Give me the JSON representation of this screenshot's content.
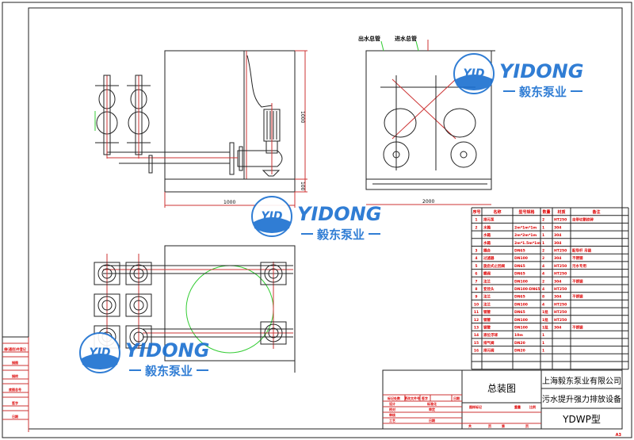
{
  "labels": {
    "outlet_pipe": "出水总管",
    "inlet_pipe": "进水总管",
    "dim_height": "1000",
    "dim_base": "100",
    "dim_width": "1000",
    "dim_side_width": "2000"
  },
  "logo": {
    "brand": "YIDONG",
    "badge": "YID",
    "chinese": "毅东泵业"
  },
  "parts_table": {
    "headers": [
      "序号",
      "名称",
      "型号规格",
      "数量",
      "材质",
      "备注"
    ],
    "rows": [
      [
        "1",
        "排污泵",
        "",
        "2",
        "HT250",
        "自带切割绞碎"
      ],
      [
        "2",
        "水箱",
        "2m*1m*1m",
        "1",
        "304",
        ""
      ],
      [
        "",
        "水箱",
        "2m*2m*1m",
        "1",
        "304",
        ""
      ],
      [
        "",
        "水箱",
        "2m*1.5m*1m",
        "1",
        "304",
        ""
      ],
      [
        "3",
        "耦合",
        "DN65",
        "2",
        "HT250",
        "配导杆 吊链"
      ],
      [
        "4",
        "过滤器",
        "DN100",
        "2",
        "304",
        "不锈钢"
      ],
      [
        "5",
        "旋启式止回阀",
        "DN65",
        "4",
        "HT250",
        "污水专用"
      ],
      [
        "6",
        "蝶阀",
        "DN65",
        "4",
        "HT250",
        ""
      ],
      [
        "7",
        "法兰",
        "DN100",
        "2",
        "304",
        "不锈钢"
      ],
      [
        "8",
        "变径头",
        "DN100-DN65",
        "4",
        "HT250",
        ""
      ],
      [
        "9",
        "法兰",
        "DN65",
        "8",
        "304",
        "不锈钢"
      ],
      [
        "10",
        "法兰",
        "DN100",
        "4",
        "HT250",
        ""
      ],
      [
        "11",
        "钢管",
        "DN65",
        "1批",
        "HT250",
        ""
      ],
      [
        "12",
        "钢管",
        "DN100",
        "1批",
        "HT250",
        ""
      ],
      [
        "13",
        "钢管",
        "DN100",
        "1批",
        "304",
        "不锈钢"
      ],
      [
        "14",
        "液位浮球",
        "10m",
        "1",
        "",
        ""
      ],
      [
        "15",
        "排气阀",
        "DN20",
        "1",
        "",
        ""
      ],
      [
        "16",
        "排污阀",
        "DN20",
        "1",
        "",
        ""
      ]
    ]
  },
  "title_block": {
    "company": "上海毅东泵业有限公司",
    "product": "污水提升强力排放设备",
    "model": "YDWP型",
    "drawing_name": "总装图",
    "rev_headers": [
      "标记处数",
      "更改文件号",
      "签字",
      "日期"
    ],
    "roles": [
      "设计",
      "校对",
      "审核",
      "工艺"
    ],
    "roles2": [
      "标准化",
      "审定",
      "",
      "日期"
    ],
    "mark": "图样标记",
    "weight": "重量",
    "scale": "比例",
    "total": "共",
    "page": "页",
    "sheet": "第",
    "page2": "页",
    "paper": "A3"
  },
  "side_strip": [
    "借(通用)件登记",
    "描图",
    "描校",
    "底图总号",
    "签字",
    "日期"
  ]
}
